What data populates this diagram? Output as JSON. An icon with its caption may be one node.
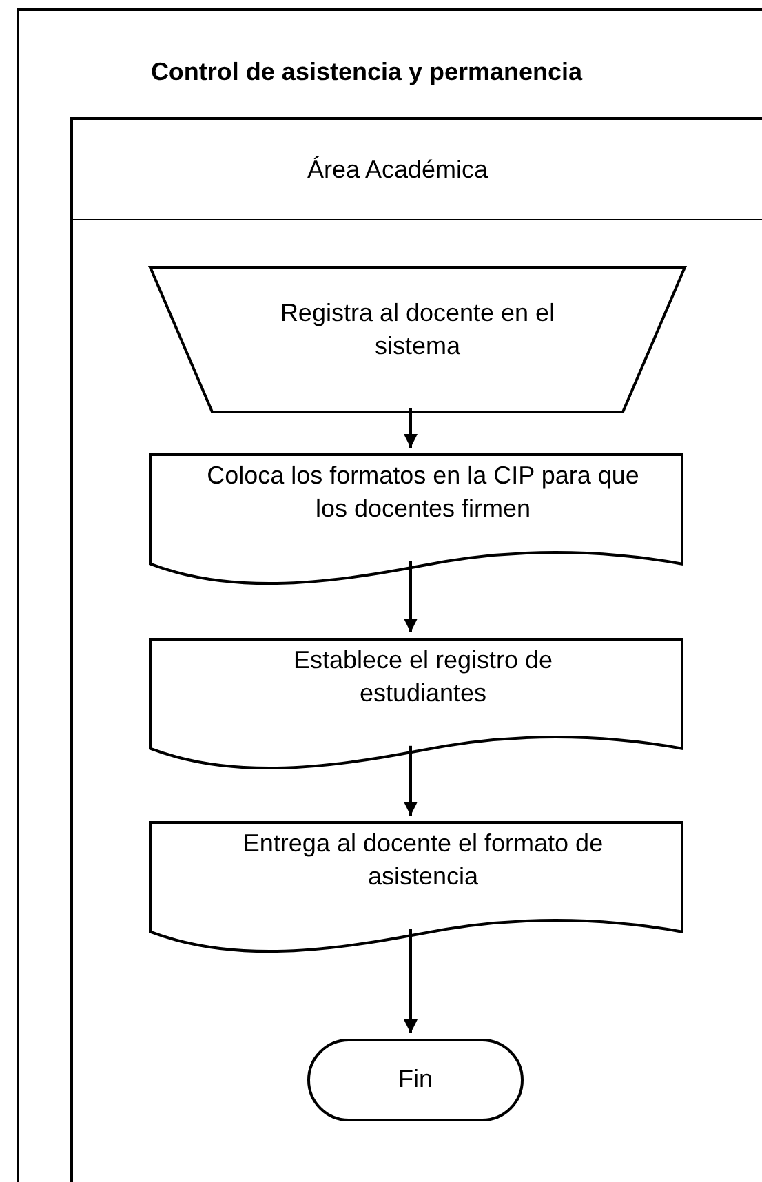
{
  "diagram": {
    "nodes": [
      {
        "text": [
          "Control de asistencia y permanencia"
        ]
      },
      {
        "text": [
          "Área Académica"
        ],
        "in": 0
      },
      {
        "text": [
          "Registra al docente en el sistema"
        ],
        "in": 1
      },
      {
        "text": [
          "Coloca los formatos en la CIP para que los docentes firmen"
        ],
        "in": 1
      },
      {
        "text": [
          "Establece el registro de estudiantes"
        ],
        "in": 1
      },
      {
        "text": [
          "Entrega al docente el formato de asistencia"
        ],
        "in": 1
      },
      {
        "text": [
          "Fin"
        ],
        "in": 1
      }
    ],
    "edges": [
      {
        "from": 2,
        "to": 3,
        "arrow": "to"
      },
      {
        "from": 3,
        "to": 4,
        "arrow": "to"
      },
      {
        "from": 4,
        "to": 5,
        "arrow": "to"
      },
      {
        "from": 5,
        "to": 6,
        "arrow": "to"
      }
    ]
  }
}
